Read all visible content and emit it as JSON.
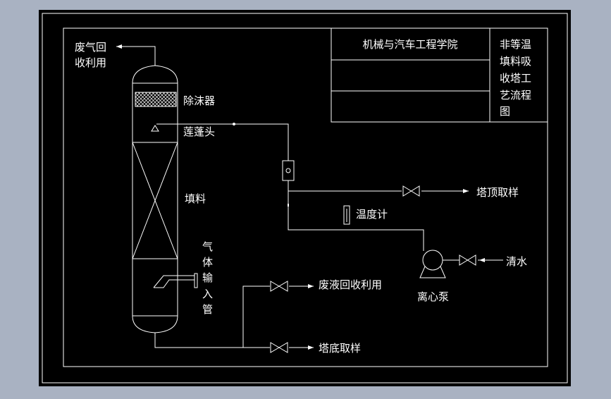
{
  "title_block": {
    "school": "机械与汽车工程学院",
    "drawing_title": [
      "非等温",
      "填料吸",
      "收塔工",
      "艺流程",
      "图"
    ]
  },
  "labels": {
    "exhaust_line1": "废气回",
    "exhaust_line2": "收利用",
    "demister": "除沫器",
    "spray_head": "莲蓬头",
    "packing": "填料",
    "gas_inlet": [
      "气",
      "体",
      "输",
      "入",
      "管"
    ],
    "top_sampling": "塔顶取样",
    "thermometer": "温度计",
    "pump": "离心泵",
    "clean_water": "清水",
    "waste_liquid": "废液回收利用",
    "bottom_sampling": "塔底取样"
  },
  "colors": {
    "background": "#000000",
    "line": "#ffffff",
    "viewport": "#a9b2c2"
  }
}
